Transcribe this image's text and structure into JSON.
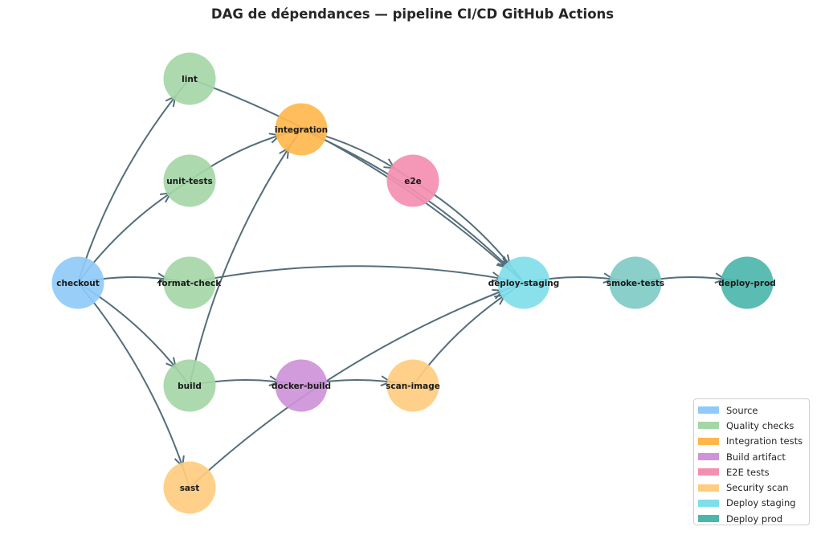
{
  "title": "DAG de dépendances — pipeline CI/CD GitHub Actions",
  "colors": {
    "edge": "#546e7a",
    "source": "#90caf9",
    "quality": "#a5d6a7",
    "integration": "#ffb74d",
    "build_artifact": "#ce93d8",
    "e2e": "#f48fb1",
    "security": "#ffcc80",
    "deploy_staging": "#80deea",
    "deploy_prod": "#4db6ac",
    "smoke": "#80cbc4"
  },
  "nodes": [
    {
      "id": "checkout",
      "label": "checkout",
      "group": "source"
    },
    {
      "id": "lint",
      "label": "lint",
      "group": "quality"
    },
    {
      "id": "unit-tests",
      "label": "unit-tests",
      "group": "quality"
    },
    {
      "id": "format-check",
      "label": "format-check",
      "group": "quality"
    },
    {
      "id": "build",
      "label": "build",
      "group": "quality"
    },
    {
      "id": "sast",
      "label": "sast",
      "group": "security"
    },
    {
      "id": "integration",
      "label": "integration",
      "group": "integration"
    },
    {
      "id": "e2e",
      "label": "e2e",
      "group": "e2e"
    },
    {
      "id": "docker-build",
      "label": "docker-build",
      "group": "build_artifact"
    },
    {
      "id": "scan-image",
      "label": "scan-image",
      "group": "security"
    },
    {
      "id": "deploy-staging",
      "label": "deploy-staging",
      "group": "deploy_staging"
    },
    {
      "id": "smoke-tests",
      "label": "smoke-tests",
      "group": "smoke"
    },
    {
      "id": "deploy-prod",
      "label": "deploy-prod",
      "group": "deploy_prod"
    }
  ],
  "edges": [
    {
      "from": "checkout",
      "to": "lint"
    },
    {
      "from": "checkout",
      "to": "unit-tests"
    },
    {
      "from": "checkout",
      "to": "format-check"
    },
    {
      "from": "checkout",
      "to": "build"
    },
    {
      "from": "checkout",
      "to": "sast"
    },
    {
      "from": "unit-tests",
      "to": "integration"
    },
    {
      "from": "build",
      "to": "integration"
    },
    {
      "from": "integration",
      "to": "e2e"
    },
    {
      "from": "lint",
      "to": "deploy-staging"
    },
    {
      "from": "integration",
      "to": "deploy-staging"
    },
    {
      "from": "e2e",
      "to": "deploy-staging"
    },
    {
      "from": "format-check",
      "to": "deploy-staging"
    },
    {
      "from": "build",
      "to": "docker-build"
    },
    {
      "from": "docker-build",
      "to": "scan-image"
    },
    {
      "from": "scan-image",
      "to": "deploy-staging"
    },
    {
      "from": "sast",
      "to": "deploy-staging"
    },
    {
      "from": "deploy-staging",
      "to": "smoke-tests"
    },
    {
      "from": "smoke-tests",
      "to": "deploy-prod"
    }
  ],
  "legend": [
    {
      "label": "Source",
      "color": "#90caf9"
    },
    {
      "label": "Quality checks",
      "color": "#a5d6a7"
    },
    {
      "label": "Integration tests",
      "color": "#ffb74d"
    },
    {
      "label": "Build artifact",
      "color": "#ce93d8"
    },
    {
      "label": "E2E tests",
      "color": "#f48fb1"
    },
    {
      "label": "Security scan",
      "color": "#ffcc80"
    },
    {
      "label": "Deploy staging",
      "color": "#80deea"
    },
    {
      "label": "Deploy prod",
      "color": "#4db6ac"
    }
  ]
}
